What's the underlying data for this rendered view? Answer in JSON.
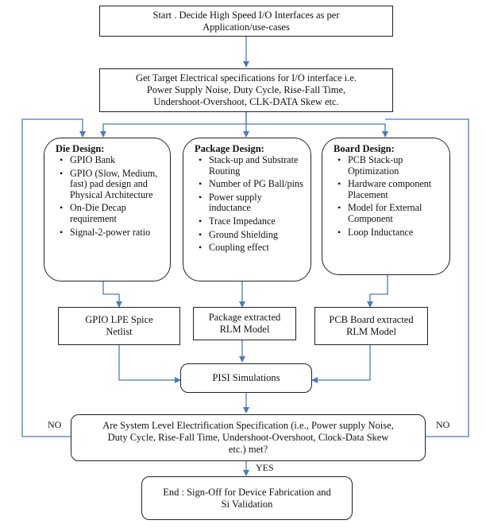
{
  "start": {
    "lines": [
      "Start . Decide High Speed I/O Interfaces as per",
      "Application/use-cases"
    ]
  },
  "specs": {
    "lines": [
      "Get Target Electrical specifications for I/O interface i.e.",
      "Power Supply Noise, Duty Cycle, Rise-Fall Time,",
      "Undershoot-Overshoot, CLK-DATA Skew etc."
    ]
  },
  "die_design": {
    "title": "Die Design:",
    "items": [
      "GPIO Bank",
      "GPIO (Slow, Medium, fast) pad design and Physical Architecture",
      "On-Die Decap requirement",
      "Signal-2-power ratio"
    ]
  },
  "package_design": {
    "title": "Package Design:",
    "items": [
      "Stack-up and Substrate Routing",
      "Number of PG Ball/pins",
      "Power supply inductance",
      "Trace Impedance",
      "Ground Shielding",
      "Coupling effect"
    ]
  },
  "board_design": {
    "title": "Board Design:",
    "items": [
      "PCB Stack-up Optimization",
      "Hardware component Placement",
      "Model for External Component",
      "Loop Inductance"
    ]
  },
  "gpio_netlist": {
    "lines": [
      "GPIO LPE Spice",
      "Netlist"
    ]
  },
  "package_model": {
    "lines": [
      "Package extracted",
      "RLM Model"
    ]
  },
  "board_model": {
    "lines": [
      "PCB Board extracted",
      "RLM Model"
    ]
  },
  "pisi": {
    "lines": [
      "PISI Simulations"
    ]
  },
  "decision": {
    "lines": [
      "Are System Level Electrification Specification (i.e., Power supply Noise,",
      "Duty Cycle, Rise-Fall Time, Undershoot-Overshoot, Clock-Data Skew",
      "etc.) met?"
    ]
  },
  "labels": {
    "no_left": "NO",
    "no_right": "NO",
    "yes": "YES"
  },
  "end": {
    "lines": [
      "End : Sign-Off for Device Fabrication and",
      "Si Validation"
    ]
  },
  "colors": {
    "arrow": "#4a7bbf",
    "border": "#222222"
  }
}
